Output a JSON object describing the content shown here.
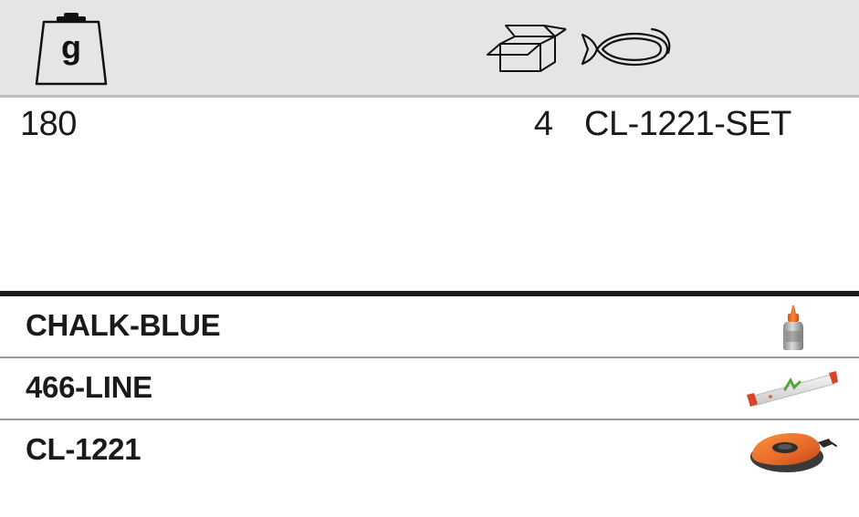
{
  "header": {
    "weight_icon": "weight-icon",
    "weight_unit": "g",
    "package_icon": "open-box-icon",
    "product_icon": "fish-icon"
  },
  "spec": {
    "weight": "180",
    "quantity": "4",
    "code": "CL-1221-SET"
  },
  "parts": [
    {
      "label": "CHALK-BLUE",
      "thumbnail": "chalk-bottle-image"
    },
    {
      "label": "466-LINE",
      "thumbnail": "chalk-line-image"
    },
    {
      "label": "CL-1221",
      "thumbnail": "chalk-reel-image"
    }
  ],
  "colors": {
    "header_band": "#e5e5e5",
    "header_rule": "#bdbdbd",
    "list_rule": "#1c1c1c",
    "row_divider": "#9a9a9a",
    "text": "#1a1a1a",
    "reel_orange": "#e8682a"
  }
}
